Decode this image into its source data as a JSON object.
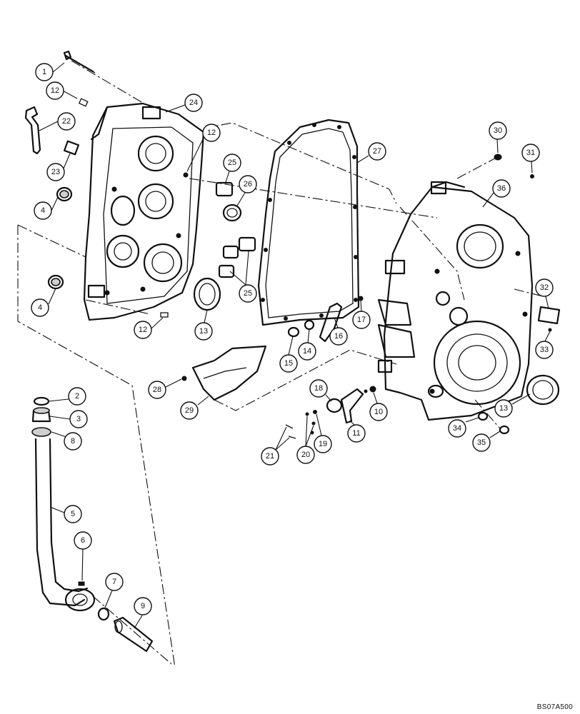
{
  "reference_code": "BS07A500",
  "callouts": [
    {
      "label": "1"
    },
    {
      "label": "12"
    },
    {
      "label": "24"
    },
    {
      "label": "22"
    },
    {
      "label": "12"
    },
    {
      "label": "23"
    },
    {
      "label": "25"
    },
    {
      "label": "26"
    },
    {
      "label": "4"
    },
    {
      "label": "27"
    },
    {
      "label": "30"
    },
    {
      "label": "31"
    },
    {
      "label": "36"
    },
    {
      "label": "25"
    },
    {
      "label": "4"
    },
    {
      "label": "12"
    },
    {
      "label": "13"
    },
    {
      "label": "17"
    },
    {
      "label": "32"
    },
    {
      "label": "16"
    },
    {
      "label": "15"
    },
    {
      "label": "14"
    },
    {
      "label": "33"
    },
    {
      "label": "28"
    },
    {
      "label": "18"
    },
    {
      "label": "2"
    },
    {
      "label": "29"
    },
    {
      "label": "10"
    },
    {
      "label": "3"
    },
    {
      "label": "13"
    },
    {
      "label": "8"
    },
    {
      "label": "11"
    },
    {
      "label": "34"
    },
    {
      "label": "35"
    },
    {
      "label": "19"
    },
    {
      "label": "21"
    },
    {
      "label": "20"
    },
    {
      "label": "5"
    },
    {
      "label": "6"
    },
    {
      "label": "7"
    },
    {
      "label": "9"
    }
  ]
}
